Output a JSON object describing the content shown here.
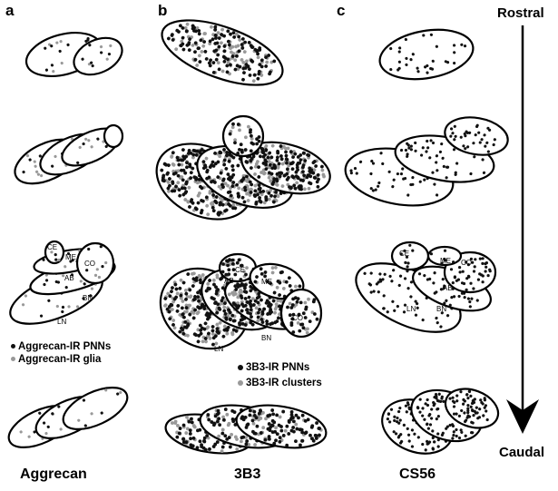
{
  "panels": {
    "a": "a",
    "b": "b",
    "c": "c"
  },
  "direction": {
    "top": "Rostral",
    "bottom": "Caudal"
  },
  "columns": {
    "a": "Aggrecan",
    "b": "3B3",
    "c": "CS56"
  },
  "legend_a": {
    "black": "Aggrecan-IR PNNs",
    "gray": "Aggrecan-IR glia"
  },
  "legend_b": {
    "black": "3B3-IR PNNs",
    "gray": "3B3-IR clusters"
  },
  "regions": {
    "CE": "CE",
    "ME": "ME",
    "CO": "CO",
    "AB": "AB",
    "BN": "BN",
    "LN": "LN"
  },
  "colors": {
    "black_dots": "#111111",
    "gray_dots": "#999999",
    "outline": "#000000"
  }
}
